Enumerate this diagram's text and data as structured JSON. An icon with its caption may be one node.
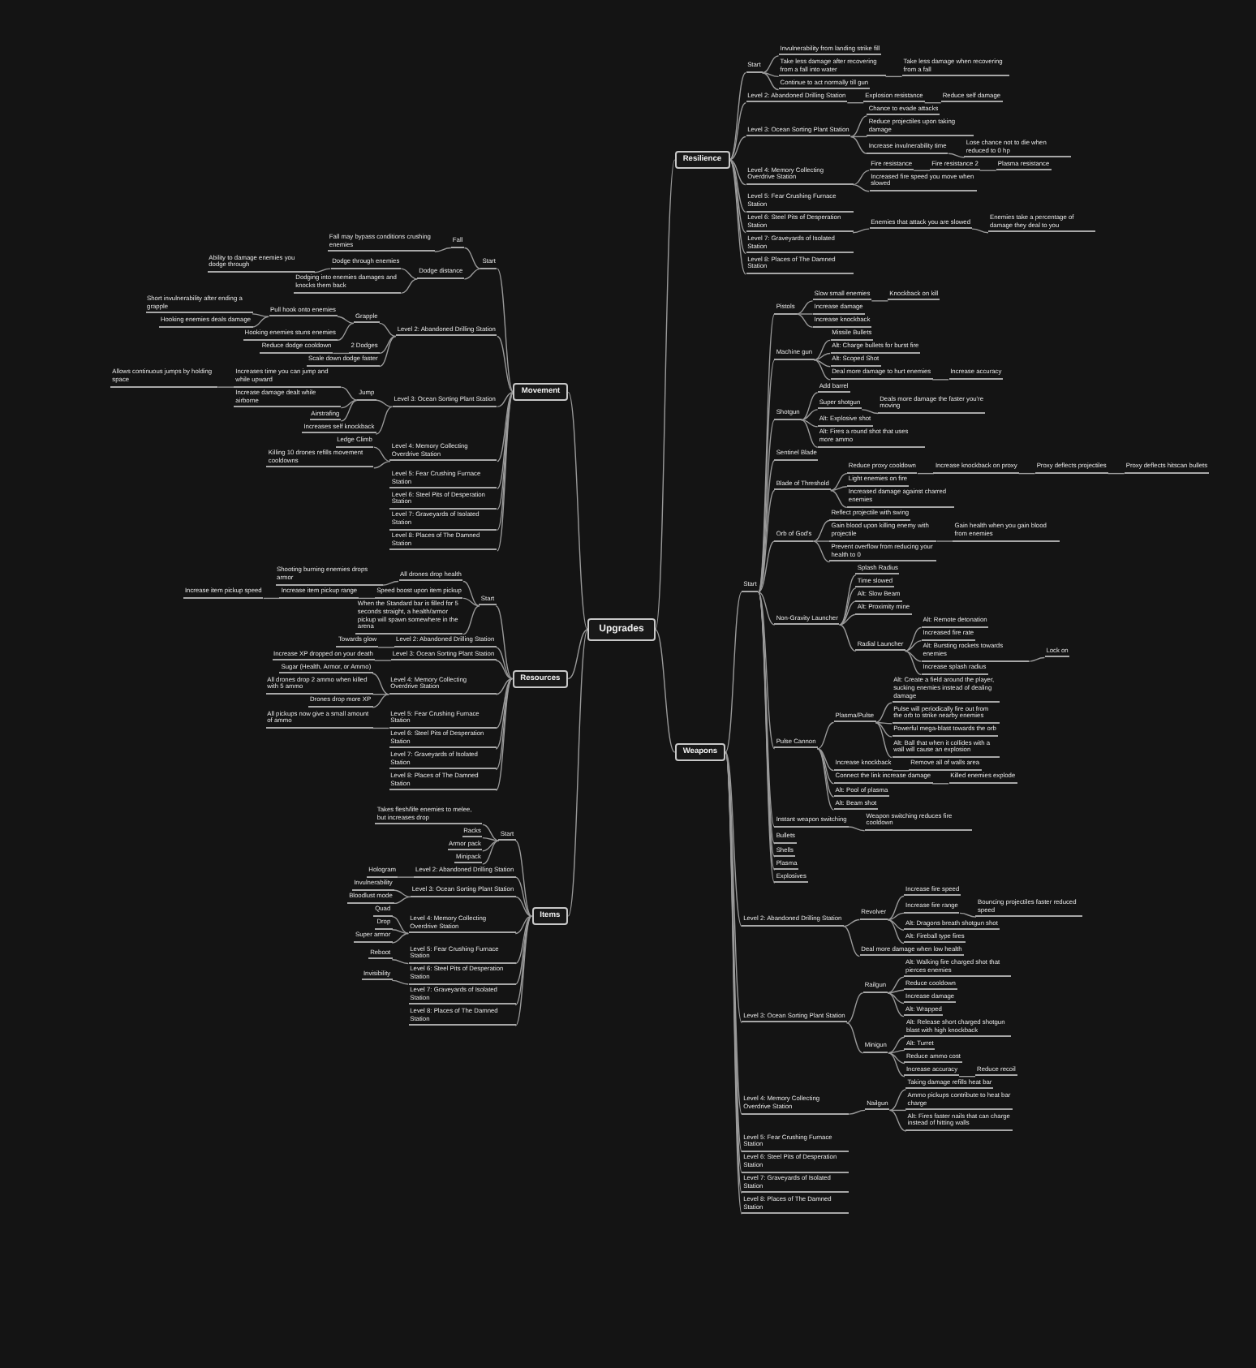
{
  "diagram": {
    "nodes": [
      {
        "text": [
          "Upgrades"
        ]
      },
      {
        "text": [
          "Movement"
        ]
      },
      {
        "text": [
          "Start"
        ]
      },
      {
        "text": [
          "Fall"
        ]
      },
      {
        "text": [
          "Fall may bypass conditions crushing enemies"
        ]
      },
      {
        "text": [
          "Dodge distance"
        ]
      },
      {
        "text": [
          "Dodge through enemies"
        ]
      },
      {
        "text": [
          "Ability to damage enemies you dodge through"
        ]
      },
      {
        "text": [
          "Dodging into enemies damages and knocks them back"
        ]
      },
      {
        "text": [
          "Level 2: Abandoned Drilling Station"
        ]
      },
      {
        "text": [
          "Grapple"
        ]
      },
      {
        "text": [
          "Pull hook onto enemies"
        ]
      },
      {
        "text": [
          "Short invulnerability after ending a grapple"
        ]
      },
      {
        "text": [
          "Hooking enemies deals damage"
        ]
      },
      {
        "text": [
          "Hooking enemies stuns enemies"
        ]
      },
      {
        "text": [
          "2 Dodges"
        ]
      },
      {
        "text": [
          "Reduce dodge cooldown"
        ]
      },
      {
        "text": [
          "Scale down dodge faster"
        ]
      },
      {
        "text": [
          "Level 3: Ocean Sorting Plant Station"
        ]
      },
      {
        "text": [
          "Jump"
        ]
      },
      {
        "text": [
          "Increases time you can jump and while upward"
        ]
      },
      {
        "text": [
          "Allows continuous jumps by holding space"
        ]
      },
      {
        "text": [
          "Increase damage dealt while airborne"
        ]
      },
      {
        "text": [
          "Airstrafing"
        ]
      },
      {
        "text": [
          "Increases self knockback"
        ]
      },
      {
        "text": [
          "Level 4: Memory Collecting Overdrive Station"
        ]
      },
      {
        "text": [
          "Ledge Climb"
        ]
      },
      {
        "text": [
          "Killing 10 drones refills movement cooldowns"
        ]
      },
      {
        "text": [
          "Level 5: Fear Crushing Furnace Station"
        ]
      },
      {
        "text": [
          "Level 6: Steel Pits of Desperation Station"
        ]
      },
      {
        "text": [
          "Level 7: Graveyards of Isolated Station"
        ]
      },
      {
        "text": [
          "Level 8: Places of The Damned Station"
        ]
      },
      {
        "text": [
          "Resources"
        ]
      },
      {
        "text": [
          "Start"
        ]
      },
      {
        "text": [
          "All drones drop health"
        ]
      },
      {
        "text": [
          "Shooting burning enemies drops armor"
        ]
      },
      {
        "text": [
          "Speed boost upon item pickup"
        ]
      },
      {
        "text": [
          "Increase item pickup range"
        ]
      },
      {
        "text": [
          "Increase item pickup speed"
        ]
      },
      {
        "text": [
          "When the Standard bar is filled for 5 seconds straight, a health/armor pickup will spawn somewhere in the arena"
        ]
      },
      {
        "text": [
          "Level 2: Abandoned Drilling Station"
        ]
      },
      {
        "text": [
          "Towards glow"
        ]
      },
      {
        "text": [
          "Level 3: Ocean Sorting Plant Station"
        ]
      },
      {
        "text": [
          "Increase XP dropped on your death"
        ]
      },
      {
        "text": [
          "Level 4: Memory Collecting Overdrive Station"
        ]
      },
      {
        "text": [
          "Sugar (Health, Armor, or Ammo)"
        ]
      },
      {
        "text": [
          "All drones drop 2 ammo when killed with 5 ammo"
        ]
      },
      {
        "text": [
          "Drones drop more XP"
        ]
      },
      {
        "text": [
          "Level 5: Fear Crushing Furnace Station"
        ]
      },
      {
        "text": [
          "All pickups now give a small amount of ammo"
        ]
      },
      {
        "text": [
          "Level 6: Steel Pits of Desperation Station"
        ]
      },
      {
        "text": [
          "Level 7: Graveyards of Isolated Station"
        ]
      },
      {
        "text": [
          "Level 8: Places of The Damned Station"
        ]
      },
      {
        "text": [
          "Items"
        ]
      },
      {
        "text": [
          "Start"
        ]
      },
      {
        "text": [
          "Takes flesh/life enemies to melee, but increases drop"
        ]
      },
      {
        "text": [
          "Racks"
        ]
      },
      {
        "text": [
          "Armor pack"
        ]
      },
      {
        "text": [
          "Minipack"
        ]
      },
      {
        "text": [
          "Level 2: Abandoned Drilling Station"
        ]
      },
      {
        "text": [
          "Hologram"
        ]
      },
      {
        "text": [
          "Level 3: Ocean Sorting Plant Station"
        ]
      },
      {
        "text": [
          "Invulnerability"
        ]
      },
      {
        "text": [
          "Bloodlust mode"
        ]
      },
      {
        "text": [
          "Level 4: Memory Collecting Overdrive Station"
        ]
      },
      {
        "text": [
          "Quad"
        ]
      },
      {
        "text": [
          "Drop"
        ]
      },
      {
        "text": [
          "Super armor"
        ]
      },
      {
        "text": [
          "Level 5: Fear Crushing Furnace Station"
        ]
      },
      {
        "text": [
          "Reboot"
        ]
      },
      {
        "text": [
          "Level 6: Steel Pits of Desperation Station"
        ]
      },
      {
        "text": [
          "Invisibility"
        ]
      },
      {
        "text": [
          "Level 7: Graveyards of Isolated Station"
        ]
      },
      {
        "text": [
          "Level 8: Places of The Damned Station"
        ]
      },
      {
        "text": [
          "Resilience"
        ]
      },
      {
        "text": [
          "Start"
        ]
      },
      {
        "text": [
          "Invulnerability from landing strike fill"
        ]
      },
      {
        "text": [
          "Take less damage after recovering from a fall into water"
        ]
      },
      {
        "text": [
          "Take less damage when recovering from a fall"
        ]
      },
      {
        "text": [
          "Continue to act normally till gun"
        ]
      },
      {
        "text": [
          "Level 2: Abandoned Drilling Station"
        ]
      },
      {
        "text": [
          "Explosion resistance"
        ]
      },
      {
        "text": [
          "Reduce self damage"
        ]
      },
      {
        "text": [
          "Level 3: Ocean Sorting Plant Station"
        ]
      },
      {
        "text": [
          "Chance to evade attacks"
        ]
      },
      {
        "text": [
          "Reduce projectiles upon taking damage"
        ]
      },
      {
        "text": [
          "Increase invulnerability time"
        ]
      },
      {
        "text": [
          "Lose chance not to die when reduced to 0 hp"
        ]
      },
      {
        "text": [
          "Level 4: Memory Collecting Overdrive Station"
        ]
      },
      {
        "text": [
          "Fire resistance"
        ]
      },
      {
        "text": [
          "Fire resistance 2"
        ]
      },
      {
        "text": [
          "Plasma resistance"
        ]
      },
      {
        "text": [
          "Increased fire speed you move when slowed"
        ]
      },
      {
        "text": [
          "Level 5: Fear Crushing Furnace Station"
        ]
      },
      {
        "text": [
          "Level 6: Steel Pits of Desperation Station"
        ]
      },
      {
        "text": [
          "Enemies that attack you are slowed"
        ]
      },
      {
        "text": [
          "Enemies take a percentage of damage they deal to you"
        ]
      },
      {
        "text": [
          "Level 7: Graveyards of Isolated Station"
        ]
      },
      {
        "text": [
          "Level 8: Places of The Damned Station"
        ]
      },
      {
        "text": [
          "Weapons"
        ]
      },
      {
        "text": [
          "Start"
        ]
      },
      {
        "text": [
          "Pistols"
        ]
      },
      {
        "text": [
          "Slow small enemies"
        ]
      },
      {
        "text": [
          "Knockback on kill"
        ]
      },
      {
        "text": [
          "Increase damage"
        ]
      },
      {
        "text": [
          "Increase knockback"
        ]
      },
      {
        "text": [
          "Machine gun"
        ]
      },
      {
        "text": [
          "Missile Bullets"
        ]
      },
      {
        "text": [
          "Alt: Charge bullets for burst fire"
        ]
      },
      {
        "text": [
          "Alt: Scoped Shot"
        ]
      },
      {
        "text": [
          "Deal more damage to hurt enemies"
        ]
      },
      {
        "text": [
          "Increase accuracy"
        ]
      },
      {
        "text": [
          "Shotgun"
        ]
      },
      {
        "text": [
          "Add barrel"
        ]
      },
      {
        "text": [
          "Super shotgun"
        ]
      },
      {
        "text": [
          "Deals more damage the faster you're moving"
        ]
      },
      {
        "text": [
          "Alt: Explosive shot"
        ]
      },
      {
        "text": [
          "Alt: Fires a round shot that uses more ammo"
        ]
      },
      {
        "text": [
          "Sentinel Blade"
        ]
      },
      {
        "text": [
          "Blade of Threshold"
        ]
      },
      {
        "text": [
          "Reduce proxy cooldown"
        ]
      },
      {
        "text": [
          "Increase knockback on proxy"
        ]
      },
      {
        "text": [
          "Proxy deflects projectiles"
        ]
      },
      {
        "text": [
          "Proxy deflects hitscan bullets"
        ]
      },
      {
        "text": [
          "Light enemies on fire"
        ]
      },
      {
        "text": [
          "Increased damage against charred enemies"
        ]
      },
      {
        "text": [
          "Orb of God's"
        ]
      },
      {
        "text": [
          "Reflect projectile with swing"
        ]
      },
      {
        "text": [
          "Gain blood upon killing enemy with projectile"
        ]
      },
      {
        "text": [
          "Gain health when you gain blood from enemies"
        ]
      },
      {
        "text": [
          "Prevent overflow from reducing your health to 0"
        ]
      },
      {
        "text": [
          "Non-Gravity Launcher"
        ]
      },
      {
        "text": [
          "Splash Radius"
        ]
      },
      {
        "text": [
          "Time slowed"
        ]
      },
      {
        "text": [
          "Alt: Slow Beam"
        ]
      },
      {
        "text": [
          "Alt: Proximity mine"
        ]
      },
      {
        "text": [
          "Radial Launcher"
        ]
      },
      {
        "text": [
          "Alt: Remote detonation"
        ]
      },
      {
        "text": [
          "Increased fire rate"
        ]
      },
      {
        "text": [
          "Alt: Bursting rockets towards enemies"
        ]
      },
      {
        "text": [
          "Lock on"
        ]
      },
      {
        "text": [
          "Increase splash radius"
        ]
      },
      {
        "text": [
          "Pulse Cannon"
        ]
      },
      {
        "text": [
          "Plasma/Pulse"
        ]
      },
      {
        "text": [
          "Alt: Create a field around the player, sucking enemies instead of dealing damage"
        ]
      },
      {
        "text": [
          "Pulse will periodically fire out from the orb to strike nearby enemies"
        ]
      },
      {
        "text": [
          "Powerful mega-blast towards the orb"
        ]
      },
      {
        "text": [
          "Alt: Ball that when it collides with a wall will cause an explosion"
        ]
      },
      {
        "text": [
          "Increase knockback"
        ]
      },
      {
        "text": [
          "Remove all of walls area"
        ]
      },
      {
        "text": [
          "Connect the link increase damage"
        ]
      },
      {
        "text": [
          "Killed enemies explode"
        ]
      },
      {
        "text": [
          "Alt: Pool of plasma"
        ]
      },
      {
        "text": [
          "Alt: Beam shot"
        ]
      },
      {
        "text": [
          "Instant weapon switching"
        ]
      },
      {
        "text": [
          "Weapon switching reduces fire cooldown"
        ]
      },
      {
        "text": [
          "Bullets"
        ]
      },
      {
        "text": [
          "Shells"
        ]
      },
      {
        "text": [
          "Plasma"
        ]
      },
      {
        "text": [
          "Explosives"
        ]
      },
      {
        "text": [
          "Level 2: Abandoned Drilling Station"
        ]
      },
      {
        "text": [
          "Revolver"
        ]
      },
      {
        "text": [
          "Increase fire speed"
        ]
      },
      {
        "text": [
          "Increase fire range"
        ]
      },
      {
        "text": [
          "Bouncing projectiles faster reduced speed"
        ]
      },
      {
        "text": [
          "Alt: Dragons breath shotgun shot"
        ]
      },
      {
        "text": [
          "Alt: Fireball type fires"
        ]
      },
      {
        "text": [
          "Deal more damage when low health"
        ]
      },
      {
        "text": [
          "Level 3: Ocean Sorting Plant Station"
        ]
      },
      {
        "text": [
          "Railgun"
        ]
      },
      {
        "text": [
          "Alt: Walking fire charged shot that pierces enemies"
        ]
      },
      {
        "text": [
          "Reduce cooldown"
        ]
      },
      {
        "text": [
          "Increase damage"
        ]
      },
      {
        "text": [
          "Alt: Wrapped"
        ]
      },
      {
        "text": [
          "Minigun"
        ]
      },
      {
        "text": [
          "Alt: Release short charged shotgun blast with high knockback"
        ]
      },
      {
        "text": [
          "Alt: Turret"
        ]
      },
      {
        "text": [
          "Reduce ammo cost"
        ]
      },
      {
        "text": [
          "Increase accuracy"
        ]
      },
      {
        "text": [
          "Reduce recoil"
        ]
      },
      {
        "text": [
          "Level 4: Memory Collecting Overdrive Station"
        ]
      },
      {
        "text": [
          "Nailgun"
        ]
      },
      {
        "text": [
          "Taking damage refills heat bar"
        ]
      },
      {
        "text": [
          "Ammo pickups contribute to heat bar charge"
        ]
      },
      {
        "text": [
          "Alt: Fires faster nails that can charge instead of hitting walls"
        ]
      },
      {
        "text": [
          "Level 5: Fear Crushing Furnace Station"
        ]
      },
      {
        "text": [
          "Level 6: Steel Pits of Desperation Station"
        ]
      },
      {
        "text": [
          "Level 7: Graveyards of Isolated Station"
        ]
      },
      {
        "text": [
          "Level 8: Places of The Damned Station"
        ]
      }
    ],
    "edges": [
      {
        "from": 0,
        "to": 1,
        "arrow": "none"
      },
      {
        "from": 1,
        "to": 2,
        "arrow": "none"
      },
      {
        "from": 2,
        "to": 3,
        "arrow": "none"
      },
      {
        "from": 3,
        "to": 4,
        "arrow": "none"
      },
      {
        "from": 2,
        "to": 5,
        "arrow": "none"
      },
      {
        "from": 5,
        "to": 6,
        "arrow": "none"
      },
      {
        "from": 6,
        "to": 7,
        "arrow": "none"
      },
      {
        "from": 5,
        "to": 8,
        "arrow": "none"
      },
      {
        "from": 1,
        "to": 9,
        "arrow": "none"
      },
      {
        "from": 9,
        "to": 10,
        "arrow": "none"
      },
      {
        "from": 10,
        "to": 11,
        "arrow": "none"
      },
      {
        "from": 11,
        "to": 12,
        "arrow": "none"
      },
      {
        "from": 11,
        "to": 13,
        "arrow": "none"
      },
      {
        "from": 10,
        "to": 14,
        "arrow": "none"
      },
      {
        "from": 9,
        "to": 15,
        "arrow": "none"
      },
      {
        "from": 15,
        "to": 16,
        "arrow": "none"
      },
      {
        "from": 9,
        "to": 17,
        "arrow": "none"
      },
      {
        "from": 1,
        "to": 18,
        "arrow": "none"
      },
      {
        "from": 18,
        "to": 19,
        "arrow": "none"
      },
      {
        "from": 19,
        "to": 20,
        "arrow": "none"
      },
      {
        "from": 20,
        "to": 21,
        "arrow": "none"
      },
      {
        "from": 19,
        "to": 22,
        "arrow": "none"
      },
      {
        "from": 19,
        "to": 23,
        "arrow": "none"
      },
      {
        "from": 18,
        "to": 24,
        "arrow": "none"
      },
      {
        "from": 1,
        "to": 25,
        "arrow": "none"
      },
      {
        "from": 25,
        "to": 26,
        "arrow": "none"
      },
      {
        "from": 25,
        "to": 27,
        "arrow": "none"
      },
      {
        "from": 1,
        "to": 28,
        "arrow": "none"
      },
      {
        "from": 1,
        "to": 29,
        "arrow": "none"
      },
      {
        "from": 1,
        "to": 30,
        "arrow": "none"
      },
      {
        "from": 1,
        "to": 31,
        "arrow": "none"
      },
      {
        "from": 0,
        "to": 32,
        "arrow": "none"
      },
      {
        "from": 32,
        "to": 33,
        "arrow": "none"
      },
      {
        "from": 33,
        "to": 34,
        "arrow": "none"
      },
      {
        "from": 34,
        "to": 35,
        "arrow": "none"
      },
      {
        "from": 33,
        "to": 36,
        "arrow": "none"
      },
      {
        "from": 36,
        "to": 37,
        "arrow": "none"
      },
      {
        "from": 37,
        "to": 38,
        "arrow": "none"
      },
      {
        "from": 33,
        "to": 39,
        "arrow": "none"
      },
      {
        "from": 32,
        "to": 40,
        "arrow": "none"
      },
      {
        "from": 40,
        "to": 41,
        "arrow": "none"
      },
      {
        "from": 32,
        "to": 42,
        "arrow": "none"
      },
      {
        "from": 42,
        "to": 43,
        "arrow": "none"
      },
      {
        "from": 32,
        "to": 44,
        "arrow": "none"
      },
      {
        "from": 44,
        "to": 45,
        "arrow": "none"
      },
      {
        "from": 44,
        "to": 46,
        "arrow": "none"
      },
      {
        "from": 44,
        "to": 47,
        "arrow": "none"
      },
      {
        "from": 32,
        "to": 48,
        "arrow": "none"
      },
      {
        "from": 48,
        "to": 49,
        "arrow": "none"
      },
      {
        "from": 32,
        "to": 50,
        "arrow": "none"
      },
      {
        "from": 32,
        "to": 51,
        "arrow": "none"
      },
      {
        "from": 32,
        "to": 52,
        "arrow": "none"
      },
      {
        "from": 0,
        "to": 53,
        "arrow": "none"
      },
      {
        "from": 53,
        "to": 54,
        "arrow": "none"
      },
      {
        "from": 54,
        "to": 55,
        "arrow": "none"
      },
      {
        "from": 54,
        "to": 56,
        "arrow": "none"
      },
      {
        "from": 54,
        "to": 57,
        "arrow": "none"
      },
      {
        "from": 54,
        "to": 58,
        "arrow": "none"
      },
      {
        "from": 53,
        "to": 59,
        "arrow": "none"
      },
      {
        "from": 59,
        "to": 60,
        "arrow": "none"
      },
      {
        "from": 53,
        "to": 61,
        "arrow": "none"
      },
      {
        "from": 61,
        "to": 62,
        "arrow": "none"
      },
      {
        "from": 61,
        "to": 63,
        "arrow": "none"
      },
      {
        "from": 53,
        "to": 64,
        "arrow": "none"
      },
      {
        "from": 64,
        "to": 65,
        "arrow": "none"
      },
      {
        "from": 64,
        "to": 66,
        "arrow": "none"
      },
      {
        "from": 64,
        "to": 67,
        "arrow": "none"
      },
      {
        "from": 53,
        "to": 68,
        "arrow": "none"
      },
      {
        "from": 68,
        "to": 69,
        "arrow": "none"
      },
      {
        "from": 53,
        "to": 70,
        "arrow": "none"
      },
      {
        "from": 70,
        "to": 71,
        "arrow": "none"
      },
      {
        "from": 53,
        "to": 72,
        "arrow": "none"
      },
      {
        "from": 53,
        "to": 73,
        "arrow": "none"
      },
      {
        "from": 0,
        "to": 74,
        "arrow": "none"
      },
      {
        "from": 74,
        "to": 75,
        "arrow": "none"
      },
      {
        "from": 75,
        "to": 76,
        "arrow": "none"
      },
      {
        "from": 75,
        "to": 77,
        "arrow": "none"
      },
      {
        "from": 77,
        "to": 78,
        "arrow": "none"
      },
      {
        "from": 75,
        "to": 79,
        "arrow": "none"
      },
      {
        "from": 74,
        "to": 80,
        "arrow": "none"
      },
      {
        "from": 80,
        "to": 81,
        "arrow": "none"
      },
      {
        "from": 81,
        "to": 82,
        "arrow": "none"
      },
      {
        "from": 74,
        "to": 83,
        "arrow": "none"
      },
      {
        "from": 83,
        "to": 84,
        "arrow": "none"
      },
      {
        "from": 83,
        "to": 85,
        "arrow": "none"
      },
      {
        "from": 83,
        "to": 86,
        "arrow": "none"
      },
      {
        "from": 86,
        "to": 87,
        "arrow": "none"
      },
      {
        "from": 74,
        "to": 88,
        "arrow": "none"
      },
      {
        "from": 88,
        "to": 89,
        "arrow": "none"
      },
      {
        "from": 89,
        "to": 90,
        "arrow": "none"
      },
      {
        "from": 90,
        "to": 91,
        "arrow": "none"
      },
      {
        "from": 88,
        "to": 92,
        "arrow": "none"
      },
      {
        "from": 74,
        "to": 93,
        "arrow": "none"
      },
      {
        "from": 74,
        "to": 94,
        "arrow": "none"
      },
      {
        "from": 94,
        "to": 95,
        "arrow": "none"
      },
      {
        "from": 95,
        "to": 96,
        "arrow": "none"
      },
      {
        "from": 74,
        "to": 97,
        "arrow": "none"
      },
      {
        "from": 74,
        "to": 98,
        "arrow": "none"
      },
      {
        "from": 0,
        "to": 99,
        "arrow": "none"
      },
      {
        "from": 99,
        "to": 100,
        "arrow": "none"
      },
      {
        "from": 100,
        "to": 101,
        "arrow": "none"
      },
      {
        "from": 101,
        "to": 102,
        "arrow": "none"
      },
      {
        "from": 102,
        "to": 103,
        "arrow": "none"
      },
      {
        "from": 101,
        "to": 104,
        "arrow": "none"
      },
      {
        "from": 101,
        "to": 105,
        "arrow": "none"
      },
      {
        "from": 100,
        "to": 106,
        "arrow": "none"
      },
      {
        "from": 106,
        "to": 107,
        "arrow": "none"
      },
      {
        "from": 106,
        "to": 108,
        "arrow": "none"
      },
      {
        "from": 106,
        "to": 109,
        "arrow": "none"
      },
      {
        "from": 106,
        "to": 110,
        "arrow": "none"
      },
      {
        "from": 110,
        "to": 111,
        "arrow": "none"
      },
      {
        "from": 100,
        "to": 112,
        "arrow": "none"
      },
      {
        "from": 112,
        "to": 113,
        "arrow": "none"
      },
      {
        "from": 112,
        "to": 114,
        "arrow": "none"
      },
      {
        "from": 114,
        "to": 115,
        "arrow": "none"
      },
      {
        "from": 112,
        "to": 116,
        "arrow": "none"
      },
      {
        "from": 112,
        "to": 117,
        "arrow": "none"
      },
      {
        "from": 100,
        "to": 118,
        "arrow": "none"
      },
      {
        "from": 100,
        "to": 119,
        "arrow": "none"
      },
      {
        "from": 119,
        "to": 120,
        "arrow": "none"
      },
      {
        "from": 120,
        "to": 121,
        "arrow": "none"
      },
      {
        "from": 121,
        "to": 122,
        "arrow": "none"
      },
      {
        "from": 122,
        "to": 123,
        "arrow": "none"
      },
      {
        "from": 119,
        "to": 124,
        "arrow": "none"
      },
      {
        "from": 119,
        "to": 125,
        "arrow": "none"
      },
      {
        "from": 100,
        "to": 126,
        "arrow": "none"
      },
      {
        "from": 126,
        "to": 127,
        "arrow": "none"
      },
      {
        "from": 126,
        "to": 128,
        "arrow": "none"
      },
      {
        "from": 128,
        "to": 129,
        "arrow": "none"
      },
      {
        "from": 126,
        "to": 130,
        "arrow": "none"
      },
      {
        "from": 100,
        "to": 131,
        "arrow": "none"
      },
      {
        "from": 131,
        "to": 132,
        "arrow": "none"
      },
      {
        "from": 131,
        "to": 133,
        "arrow": "none"
      },
      {
        "from": 131,
        "to": 134,
        "arrow": "none"
      },
      {
        "from": 131,
        "to": 135,
        "arrow": "none"
      },
      {
        "from": 131,
        "to": 136,
        "arrow": "none"
      },
      {
        "from": 136,
        "to": 137,
        "arrow": "none"
      },
      {
        "from": 136,
        "to": 138,
        "arrow": "none"
      },
      {
        "from": 136,
        "to": 139,
        "arrow": "none"
      },
      {
        "from": 139,
        "to": 140,
        "arrow": "none"
      },
      {
        "from": 136,
        "to": 141,
        "arrow": "none"
      },
      {
        "from": 100,
        "to": 142,
        "arrow": "none"
      },
      {
        "from": 142,
        "to": 143,
        "arrow": "none"
      },
      {
        "from": 143,
        "to": 144,
        "arrow": "none"
      },
      {
        "from": 143,
        "to": 145,
        "arrow": "none"
      },
      {
        "from": 143,
        "to": 146,
        "arrow": "none"
      },
      {
        "from": 143,
        "to": 147,
        "arrow": "none"
      },
      {
        "from": 142,
        "to": 148,
        "arrow": "none"
      },
      {
        "from": 148,
        "to": 149,
        "arrow": "none"
      },
      {
        "from": 142,
        "to": 150,
        "arrow": "none"
      },
      {
        "from": 150,
        "to": 151,
        "arrow": "none"
      },
      {
        "from": 142,
        "to": 152,
        "arrow": "none"
      },
      {
        "from": 142,
        "to": 153,
        "arrow": "none"
      },
      {
        "from": 100,
        "to": 154,
        "arrow": "none"
      },
      {
        "from": 154,
        "to": 155,
        "arrow": "none"
      },
      {
        "from": 100,
        "to": 156,
        "arrow": "none"
      },
      {
        "from": 100,
        "to": 157,
        "arrow": "none"
      },
      {
        "from": 100,
        "to": 158,
        "arrow": "none"
      },
      {
        "from": 100,
        "to": 159,
        "arrow": "none"
      },
      {
        "from": 99,
        "to": 160,
        "arrow": "none"
      },
      {
        "from": 160,
        "to": 161,
        "arrow": "none"
      },
      {
        "from": 161,
        "to": 162,
        "arrow": "none"
      },
      {
        "from": 161,
        "to": 163,
        "arrow": "none"
      },
      {
        "from": 163,
        "to": 164,
        "arrow": "none"
      },
      {
        "from": 161,
        "to": 165,
        "arrow": "none"
      },
      {
        "from": 161,
        "to": 166,
        "arrow": "none"
      },
      {
        "from": 160,
        "to": 167,
        "arrow": "none"
      },
      {
        "from": 99,
        "to": 168,
        "arrow": "none"
      },
      {
        "from": 168,
        "to": 169,
        "arrow": "none"
      },
      {
        "from": 169,
        "to": 170,
        "arrow": "none"
      },
      {
        "from": 169,
        "to": 171,
        "arrow": "none"
      },
      {
        "from": 169,
        "to": 172,
        "arrow": "none"
      },
      {
        "from": 169,
        "to": 173,
        "arrow": "none"
      },
      {
        "from": 168,
        "to": 174,
        "arrow": "none"
      },
      {
        "from": 174,
        "to": 175,
        "arrow": "none"
      },
      {
        "from": 174,
        "to": 176,
        "arrow": "none"
      },
      {
        "from": 174,
        "to": 177,
        "arrow": "none"
      },
      {
        "from": 174,
        "to": 178,
        "arrow": "none"
      },
      {
        "from": 178,
        "to": 179,
        "arrow": "none"
      },
      {
        "from": 99,
        "to": 180,
        "arrow": "none"
      },
      {
        "from": 180,
        "to": 181,
        "arrow": "none"
      },
      {
        "from": 181,
        "to": 182,
        "arrow": "none"
      },
      {
        "from": 181,
        "to": 183,
        "arrow": "none"
      },
      {
        "from": 181,
        "to": 184,
        "arrow": "none"
      },
      {
        "from": 99,
        "to": 185,
        "arrow": "none"
      },
      {
        "from": 99,
        "to": 186,
        "arrow": "none"
      },
      {
        "from": 99,
        "to": 187,
        "arrow": "none"
      },
      {
        "from": 99,
        "to": 188,
        "arrow": "none"
      }
    ]
  }
}
